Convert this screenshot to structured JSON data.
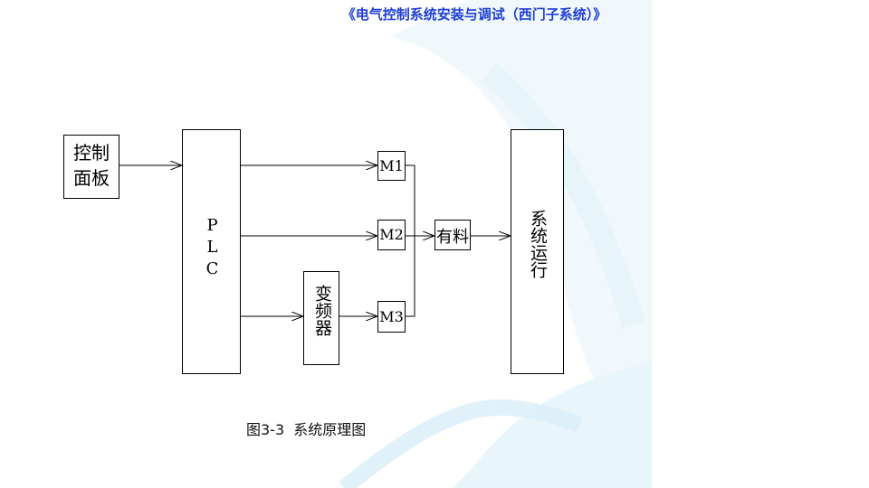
{
  "header": {
    "title": "《电气控制系统安装与调试（西门子系统）》"
  },
  "diagram": {
    "nodes": {
      "control_panel": {
        "line1": "控制",
        "line2": "面板"
      },
      "plc": {
        "label": "PLC"
      },
      "vfd": {
        "label": "变频器"
      },
      "m1": {
        "label": "M1"
      },
      "m2": {
        "label": "M2"
      },
      "m3": {
        "label": "M3"
      },
      "material": {
        "label": "有料"
      },
      "system_run": {
        "label": "系统运行"
      }
    },
    "edges": [
      {
        "from": "控制面板",
        "to": "PLC"
      },
      {
        "from": "PLC",
        "to": "M1"
      },
      {
        "from": "PLC",
        "to": "M2"
      },
      {
        "from": "PLC",
        "to": "变频器"
      },
      {
        "from": "变频器",
        "to": "M3"
      },
      {
        "from": "M1",
        "to": "有料"
      },
      {
        "from": "M2",
        "to": "有料"
      },
      {
        "from": "M3",
        "to": "有料"
      },
      {
        "from": "有料",
        "to": "系统运行"
      }
    ]
  },
  "caption": {
    "text": "图3-3  系统原理图"
  }
}
